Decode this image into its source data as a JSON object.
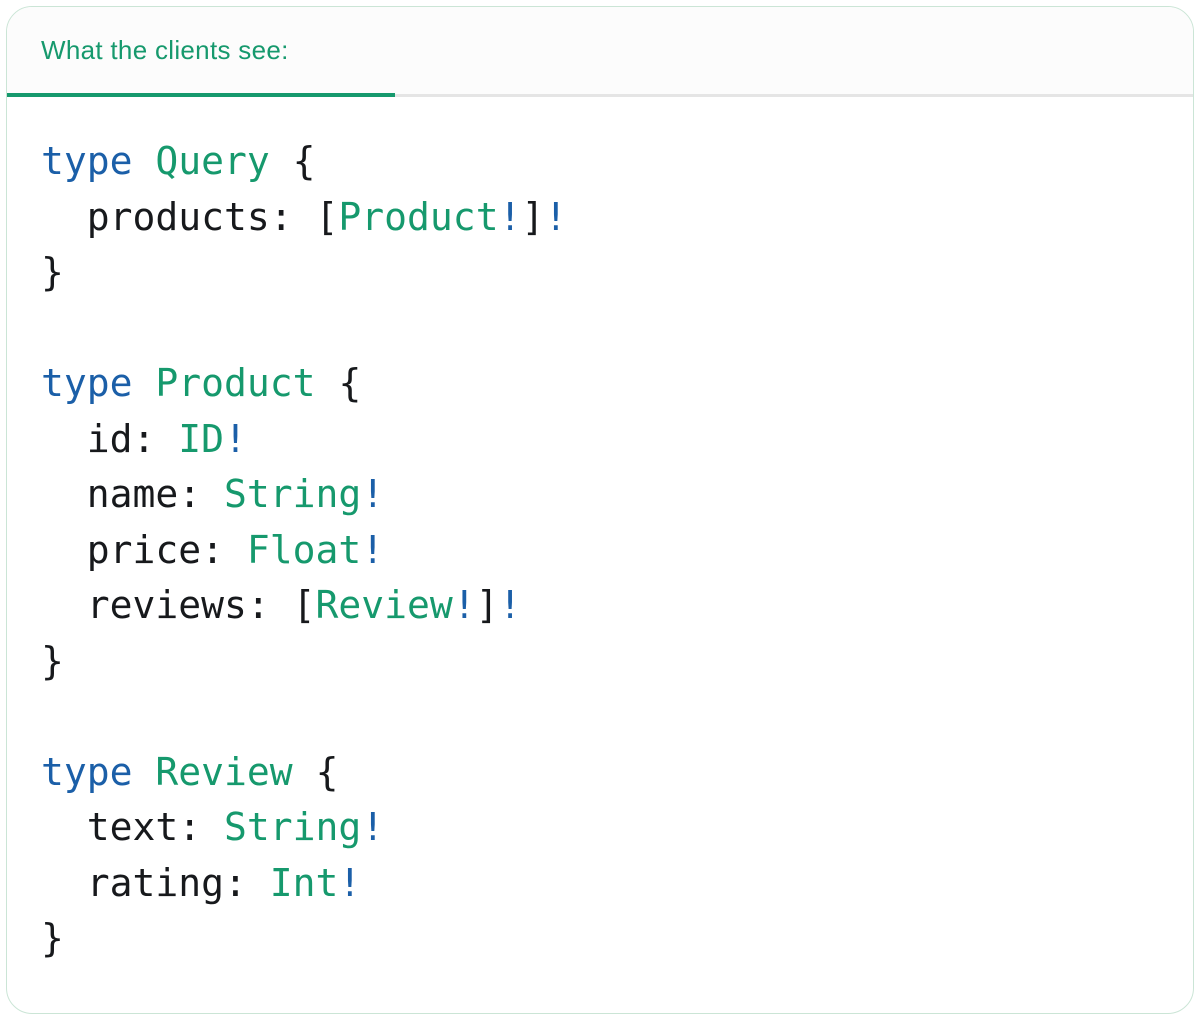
{
  "panel": {
    "tab": {
      "label": "What the clients see:"
    }
  },
  "colors": {
    "accent_green": "#16996d",
    "keyword_blue": "#1b5fa8",
    "code_plain": "#17191c",
    "divider_gray": "#e5e5e5",
    "header_bg": "#fcfcfc",
    "card_border": "#cbe5d6",
    "card_bg": "#ffffff"
  },
  "code": {
    "language": "graphql-sdl",
    "lines": [
      {
        "tokens": [
          {
            "type": "keyword",
            "text": "type"
          },
          {
            "type": "plain",
            "text": " "
          },
          {
            "type": "typename",
            "text": "Query"
          },
          {
            "type": "plain",
            "text": " {"
          }
        ]
      },
      {
        "tokens": [
          {
            "type": "plain",
            "text": "  products: ["
          },
          {
            "type": "typename",
            "text": "Product"
          },
          {
            "type": "keyword",
            "text": "!"
          },
          {
            "type": "plain",
            "text": "]"
          },
          {
            "type": "keyword",
            "text": "!"
          }
        ]
      },
      {
        "tokens": [
          {
            "type": "plain",
            "text": "}"
          }
        ]
      },
      {
        "tokens": []
      },
      {
        "tokens": [
          {
            "type": "keyword",
            "text": "type"
          },
          {
            "type": "plain",
            "text": " "
          },
          {
            "type": "typename",
            "text": "Product"
          },
          {
            "type": "plain",
            "text": " {"
          }
        ]
      },
      {
        "tokens": [
          {
            "type": "plain",
            "text": "  id: "
          },
          {
            "type": "typename",
            "text": "ID"
          },
          {
            "type": "keyword",
            "text": "!"
          }
        ]
      },
      {
        "tokens": [
          {
            "type": "plain",
            "text": "  name: "
          },
          {
            "type": "typename",
            "text": "String"
          },
          {
            "type": "keyword",
            "text": "!"
          }
        ]
      },
      {
        "tokens": [
          {
            "type": "plain",
            "text": "  price: "
          },
          {
            "type": "typename",
            "text": "Float"
          },
          {
            "type": "keyword",
            "text": "!"
          }
        ]
      },
      {
        "tokens": [
          {
            "type": "plain",
            "text": "  reviews: ["
          },
          {
            "type": "typename",
            "text": "Review"
          },
          {
            "type": "keyword",
            "text": "!"
          },
          {
            "type": "plain",
            "text": "]"
          },
          {
            "type": "keyword",
            "text": "!"
          }
        ]
      },
      {
        "tokens": [
          {
            "type": "plain",
            "text": "}"
          }
        ]
      },
      {
        "tokens": []
      },
      {
        "tokens": [
          {
            "type": "keyword",
            "text": "type"
          },
          {
            "type": "plain",
            "text": " "
          },
          {
            "type": "typename",
            "text": "Review"
          },
          {
            "type": "plain",
            "text": " {"
          }
        ]
      },
      {
        "tokens": [
          {
            "type": "plain",
            "text": "  text: "
          },
          {
            "type": "typename",
            "text": "String"
          },
          {
            "type": "keyword",
            "text": "!"
          }
        ]
      },
      {
        "tokens": [
          {
            "type": "plain",
            "text": "  rating: "
          },
          {
            "type": "typename",
            "text": "Int"
          },
          {
            "type": "keyword",
            "text": "!"
          }
        ]
      },
      {
        "tokens": [
          {
            "type": "plain",
            "text": "}"
          }
        ]
      }
    ]
  }
}
